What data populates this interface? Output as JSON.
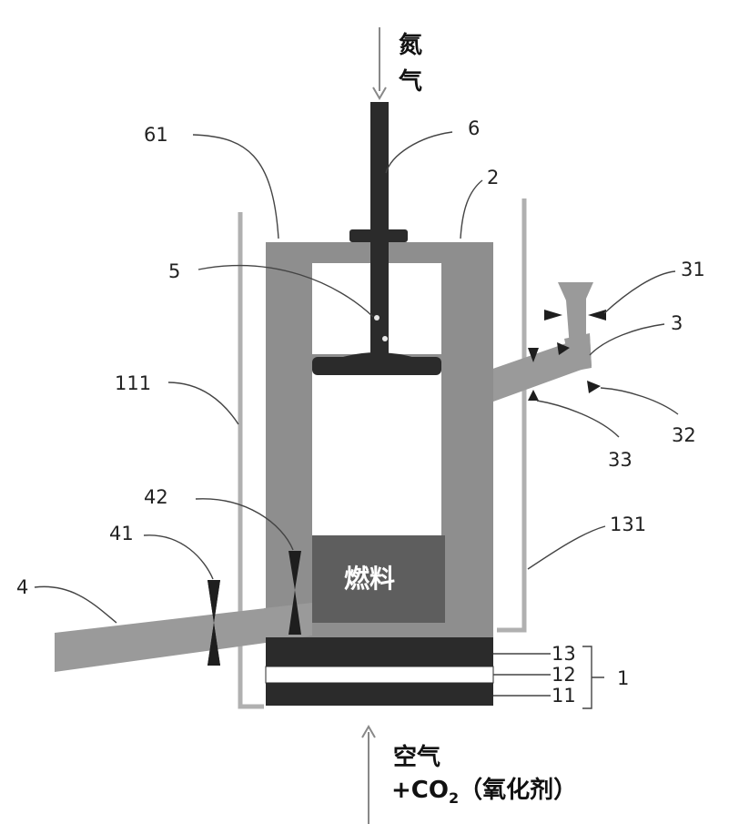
{
  "labels": {
    "n61": "61",
    "n6": "6",
    "n2": "2",
    "n5": "5",
    "n31": "31",
    "n3": "3",
    "n111": "111",
    "n32": "32",
    "n33": "33",
    "n42": "42",
    "n131": "131",
    "n41": "41",
    "n4": "4",
    "n13": "13",
    "n12": "12",
    "n11": "11",
    "n1": "1"
  },
  "text": {
    "nitrogen_line1": "氮",
    "nitrogen_line2": "气",
    "fuel": "燃料",
    "air_line1": "空气",
    "co2_prefix": "+CO",
    "co2_sub": "2",
    "oxidant": "（氧化剂）"
  },
  "colors": {
    "wall_gray": "#8e8e8e",
    "dark": "#2b2b2b",
    "fuel_fill": "#5e5e5e",
    "light_line": "#b5b5b5"
  }
}
